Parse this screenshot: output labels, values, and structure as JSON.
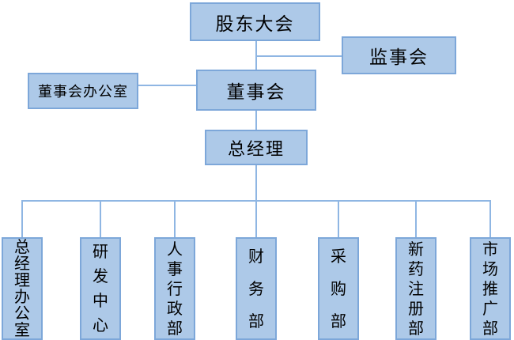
{
  "palette": {
    "background": "#ffffff",
    "box_fill": "#adc9e8",
    "box_border": "#7da7d9",
    "line": "#8fb6e3",
    "text": "#000000"
  },
  "org_chart": {
    "shareholders_meeting": {
      "label": "股东大会"
    },
    "supervisory_board": {
      "label": "监事会"
    },
    "board_office": {
      "label": "董事会办公室"
    },
    "board_of_directors": {
      "label": "董事会"
    },
    "general_manager": {
      "label": "总经理"
    },
    "departments": [
      {
        "label": "总经理办公室"
      },
      {
        "label": "研发中心"
      },
      {
        "label": "人事行政部"
      },
      {
        "label": "财务部"
      },
      {
        "label": "采购部"
      },
      {
        "label": "新药注册部"
      },
      {
        "label": "市场推广部"
      }
    ]
  }
}
